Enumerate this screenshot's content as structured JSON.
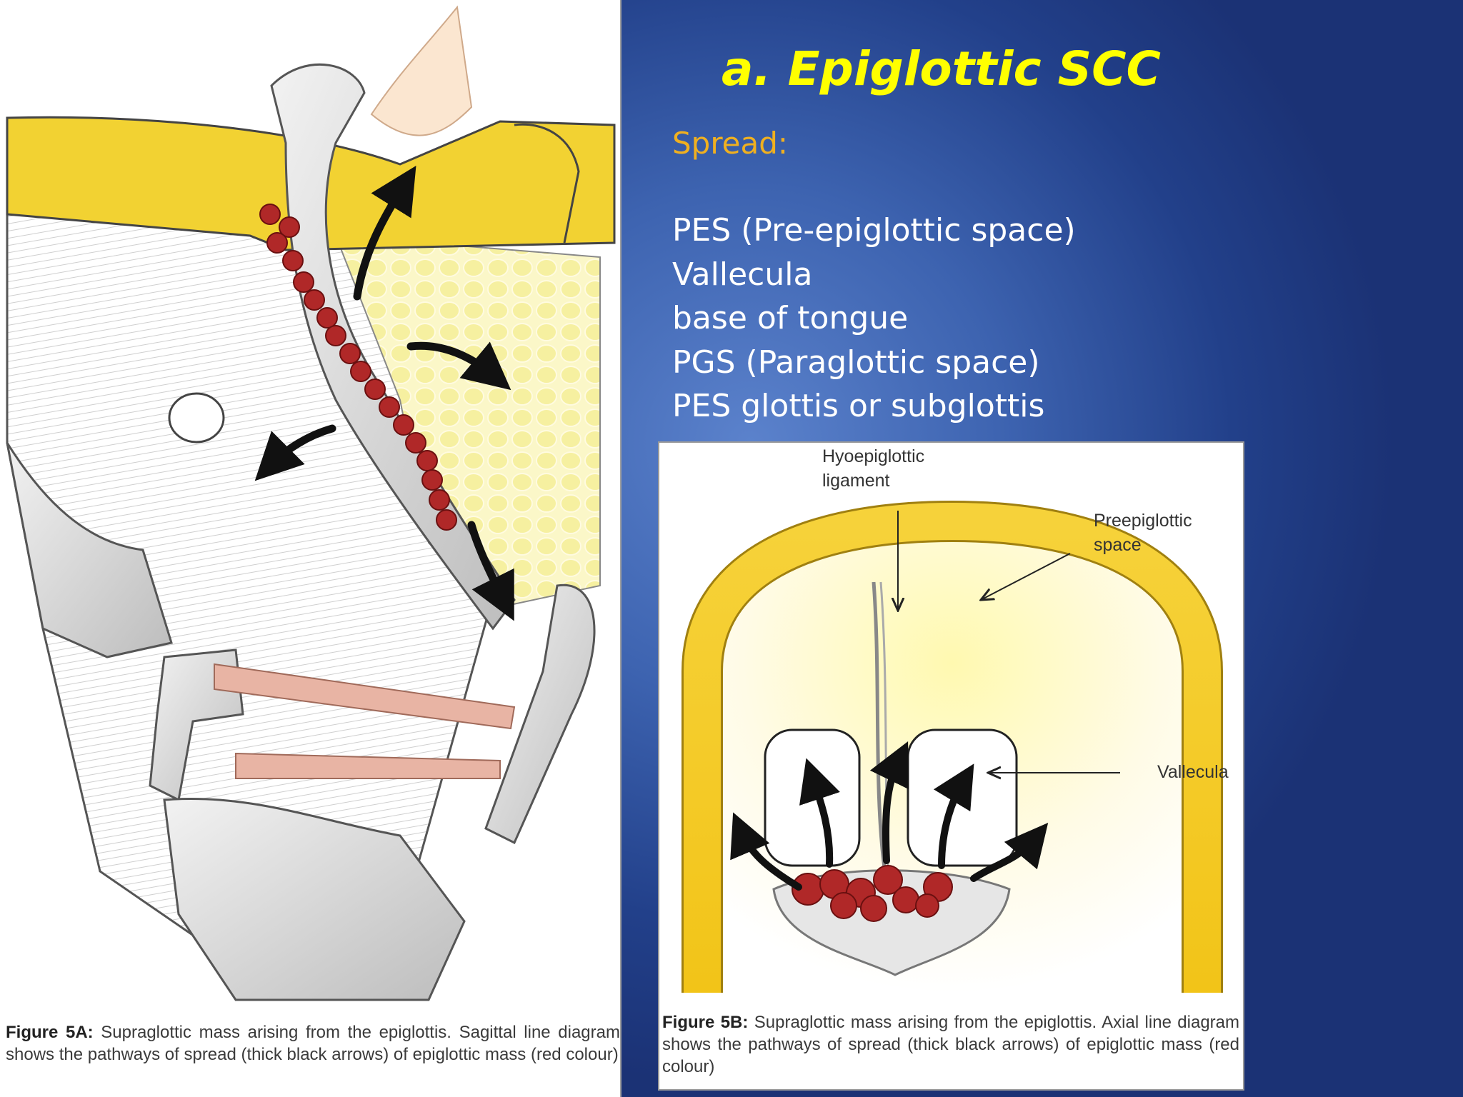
{
  "slide": {
    "title": "a. Epiglottic SCC",
    "spread_label": "Spread:",
    "bullets": [
      "PES (Pre-epiglottic space)",
      "Vallecula",
      "base of tongue",
      "PGS (Paraglottic space)",
      "PES glottis or subglottis"
    ]
  },
  "figure_a": {
    "caption_bold": "Figure 5A:",
    "caption_text": " Supraglottic mass arising from the epiglottis. Sagittal line diagram shows the pathways of spread (thick black arrows) of epiglottic mass (red colour)"
  },
  "figure_b": {
    "caption_bold": "Figure 5B:",
    "caption_text": " Supraglottic mass arising from the epiglottis. Axial line diagram shows the pathways of spread (thick black arrows) of epiglottic mass (red colour)",
    "label_ligament_1": "Hyoepiglottic",
    "label_ligament_2": "ligament",
    "label_pes_1": "Preepiglottic",
    "label_pes_2": "space",
    "label_vallecula": "Vallecula"
  },
  "colors": {
    "title": "#ffff00",
    "spread_label": "#f0b020",
    "bullet_text": "#ffffff",
    "tumor": "#b02828",
    "cartilage_yellow": "#f2d232"
  }
}
